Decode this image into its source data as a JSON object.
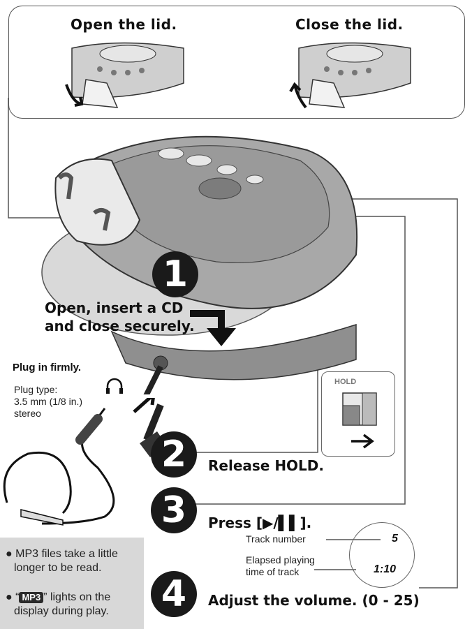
{
  "lid_panel": {
    "open_title": "Open the lid.",
    "close_title": "Close the lid."
  },
  "step1": {
    "number": "1",
    "text_line1": "Open, insert a CD",
    "text_line2": "and close securely."
  },
  "step2": {
    "number": "2",
    "text": "Release HOLD."
  },
  "step3": {
    "number": "3",
    "text": "Press [▶/▌▌]."
  },
  "step4": {
    "number": "4",
    "text": "Adjust the volume. (0 - 25)"
  },
  "plug": {
    "heading": "Plug in firmly.",
    "type_line1": "Plug type:",
    "type_line2": "3.5 mm (1/8 in.)",
    "type_line3": "stereo"
  },
  "hold_switch": {
    "label": "HOLD"
  },
  "display_callouts": {
    "track_label": "Track number",
    "track_value": "5",
    "elapsed_line1": "Elapsed playing",
    "elapsed_line2": "time of track",
    "elapsed_value": "1:10"
  },
  "notes": {
    "note1_line1": "MP3 files take a little",
    "note1_line2": "longer to be read.",
    "note2_open_quote": "“",
    "note2_badge": "MP3",
    "note2_close": "” lights on the",
    "note2_line2": "display during play."
  },
  "colors": {
    "step_circle": "#1a1a1a",
    "note_bg": "#d8d8d8",
    "device_gray": "#9a9a9a"
  }
}
